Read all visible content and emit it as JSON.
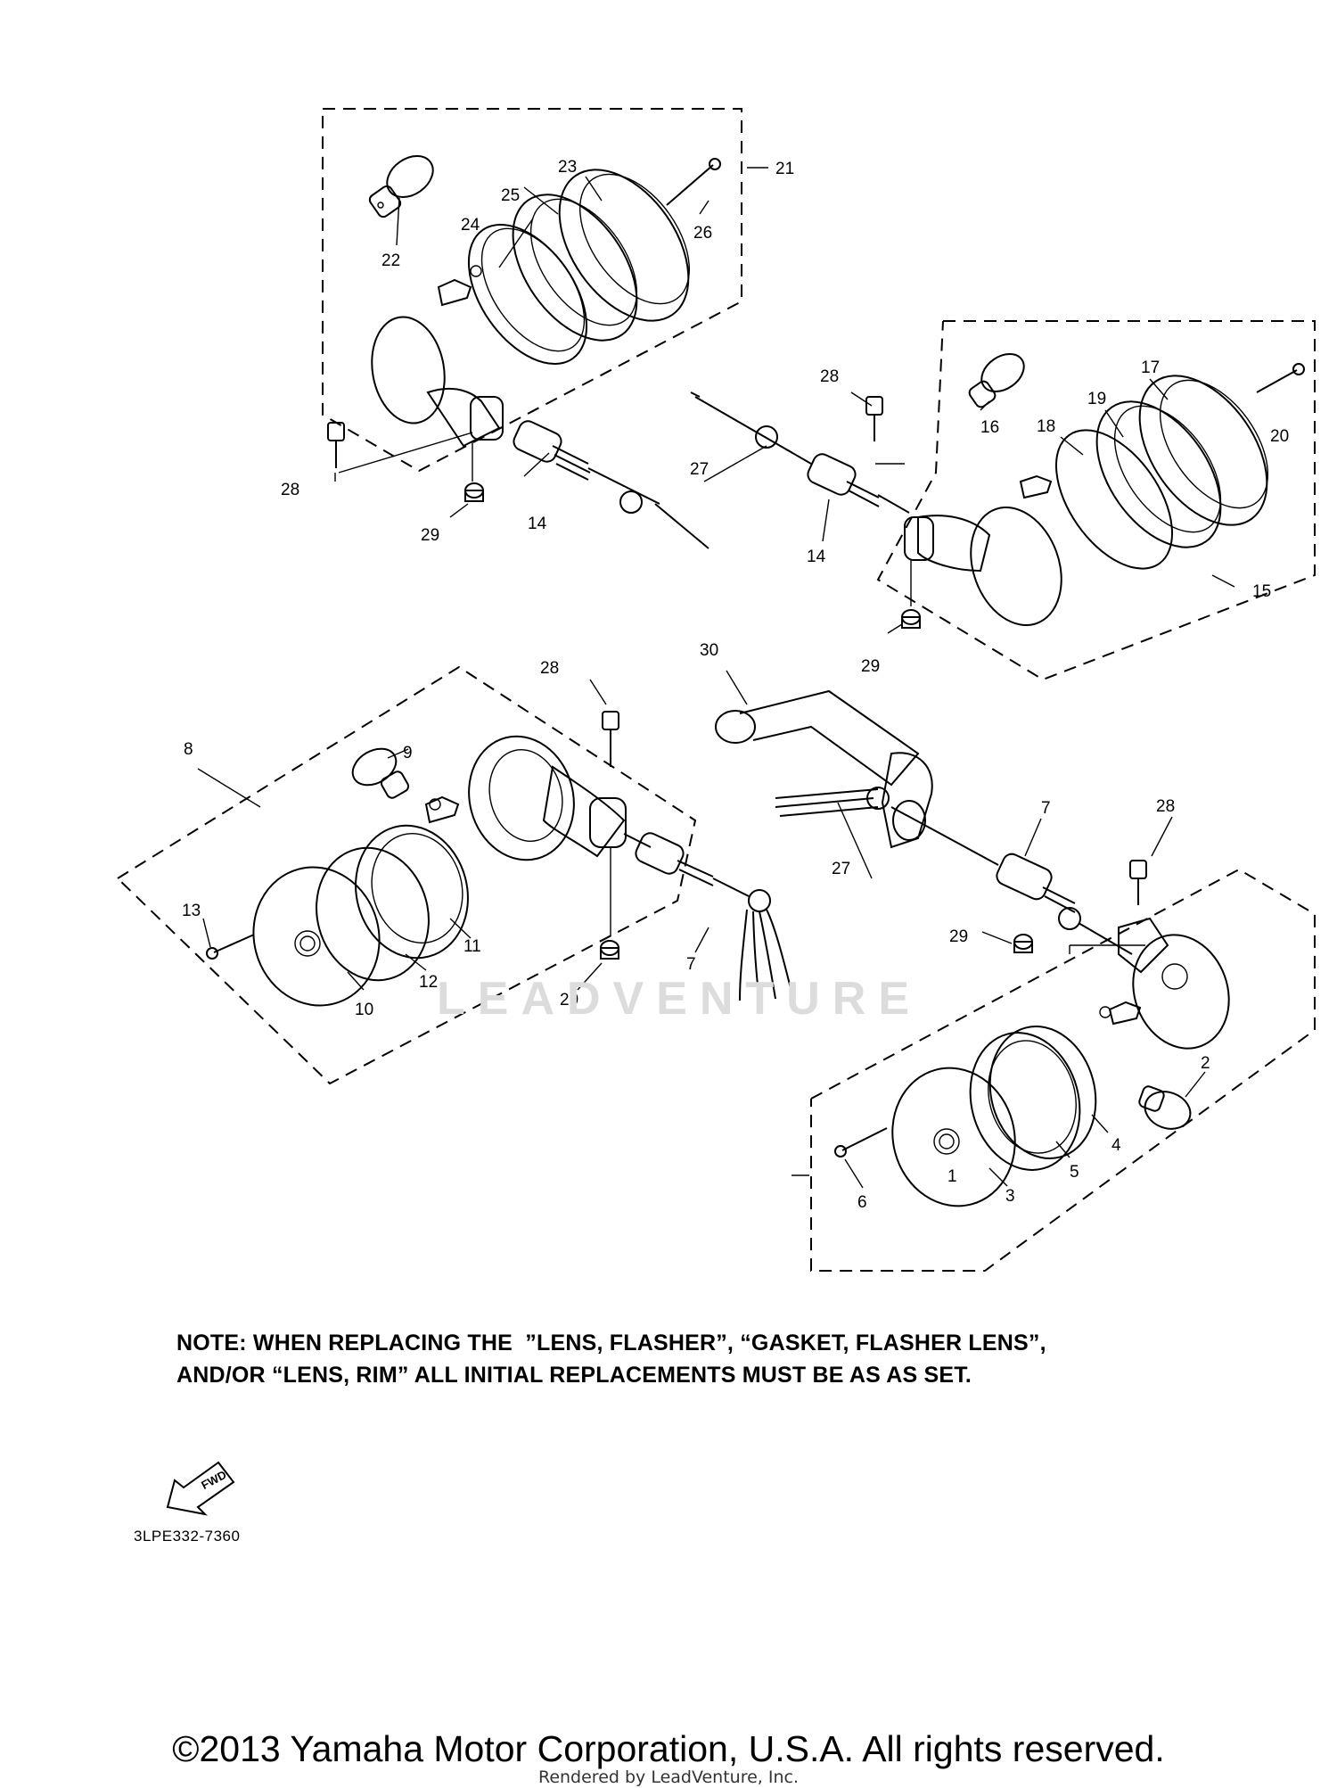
{
  "callouts": [
    {
      "id": "c1",
      "text": "1"
    },
    {
      "id": "c2",
      "text": "2"
    },
    {
      "id": "c3",
      "text": "3"
    },
    {
      "id": "c4",
      "text": "4"
    },
    {
      "id": "c5",
      "text": "5"
    },
    {
      "id": "c6",
      "text": "6"
    },
    {
      "id": "c7a",
      "text": "7"
    },
    {
      "id": "c7b",
      "text": "7"
    },
    {
      "id": "c8",
      "text": "8"
    },
    {
      "id": "c9",
      "text": "9"
    },
    {
      "id": "c10",
      "text": "10"
    },
    {
      "id": "c11",
      "text": "11"
    },
    {
      "id": "c12",
      "text": "12"
    },
    {
      "id": "c13",
      "text": "13"
    },
    {
      "id": "c14a",
      "text": "14"
    },
    {
      "id": "c14b",
      "text": "14"
    },
    {
      "id": "c15",
      "text": "15"
    },
    {
      "id": "c16",
      "text": "16"
    },
    {
      "id": "c17",
      "text": "17"
    },
    {
      "id": "c18",
      "text": "18"
    },
    {
      "id": "c19",
      "text": "19"
    },
    {
      "id": "c20",
      "text": "20"
    },
    {
      "id": "c21",
      "text": "21"
    },
    {
      "id": "c22",
      "text": "22"
    },
    {
      "id": "c23",
      "text": "23"
    },
    {
      "id": "c24",
      "text": "24"
    },
    {
      "id": "c25",
      "text": "25"
    },
    {
      "id": "c26",
      "text": "26"
    },
    {
      "id": "c27a",
      "text": "27"
    },
    {
      "id": "c27b",
      "text": "27"
    },
    {
      "id": "c28a",
      "text": "28"
    },
    {
      "id": "c28b",
      "text": "28"
    },
    {
      "id": "c28c",
      "text": "28"
    },
    {
      "id": "c28d",
      "text": "28"
    },
    {
      "id": "c29a",
      "text": "29"
    },
    {
      "id": "c29b",
      "text": "29"
    },
    {
      "id": "c29c",
      "text": "29"
    },
    {
      "id": "c29d",
      "text": "29"
    },
    {
      "id": "c30",
      "text": "30"
    }
  ],
  "note": {
    "line1": "NOTE: WHEN REPLACING THE  ”LENS, FLASHER”, “GASKET, FLASHER LENS”,",
    "line2": "AND/OR “LENS, RIM” ALL INITIAL REPLACEMENTS MUST BE AS AS SET."
  },
  "fwd_label": "FWD",
  "part_code": "3LPE332-7360",
  "watermark": "LEADVENTURE",
  "copyright": "©2013 Yamaha Motor Corporation, U.S.A. All rights reserved.",
  "rendered_by": "Rendered by LeadVenture, Inc."
}
